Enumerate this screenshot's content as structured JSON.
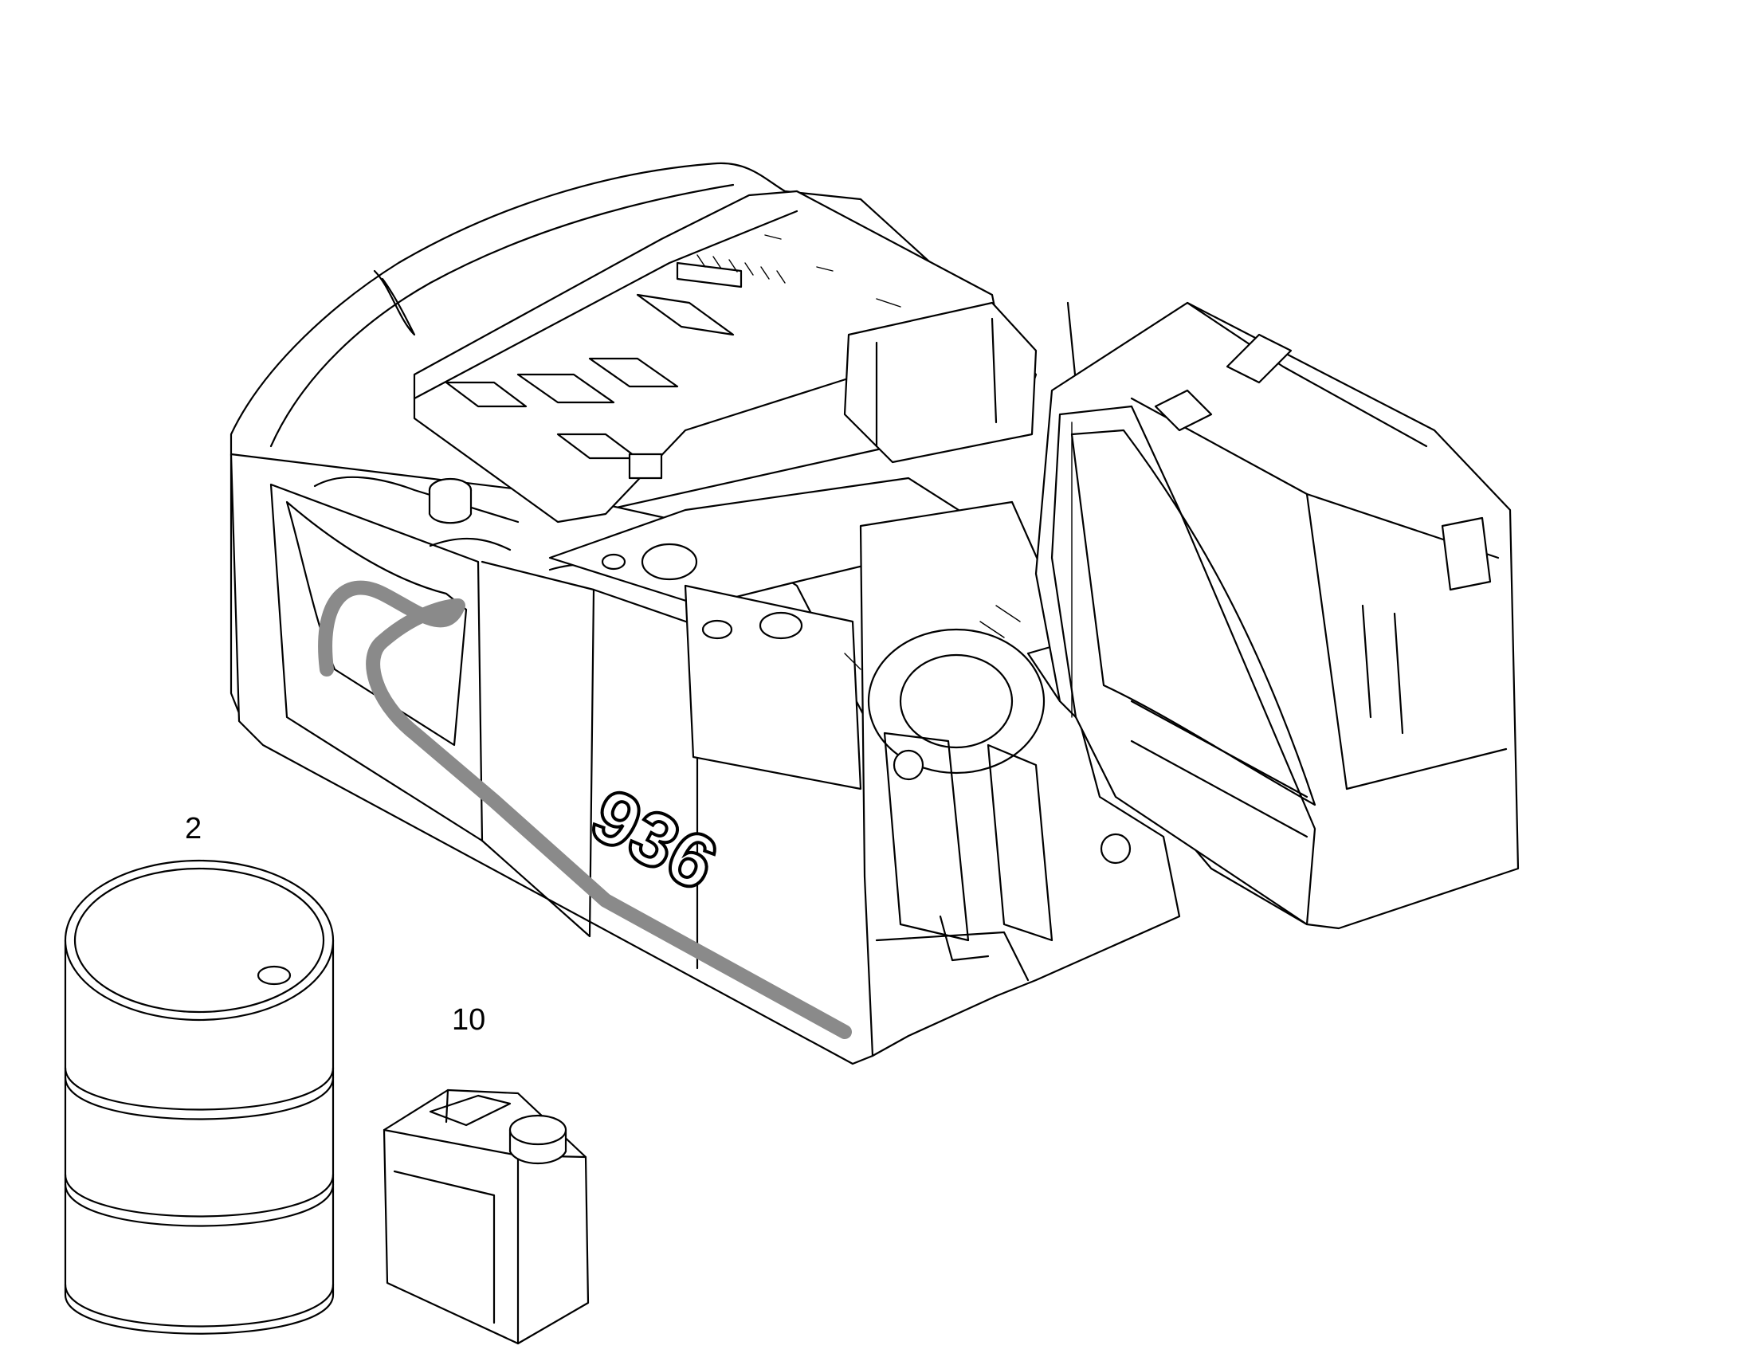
{
  "callouts": {
    "drum": "2",
    "canister": "10"
  },
  "model_badge": "936"
}
